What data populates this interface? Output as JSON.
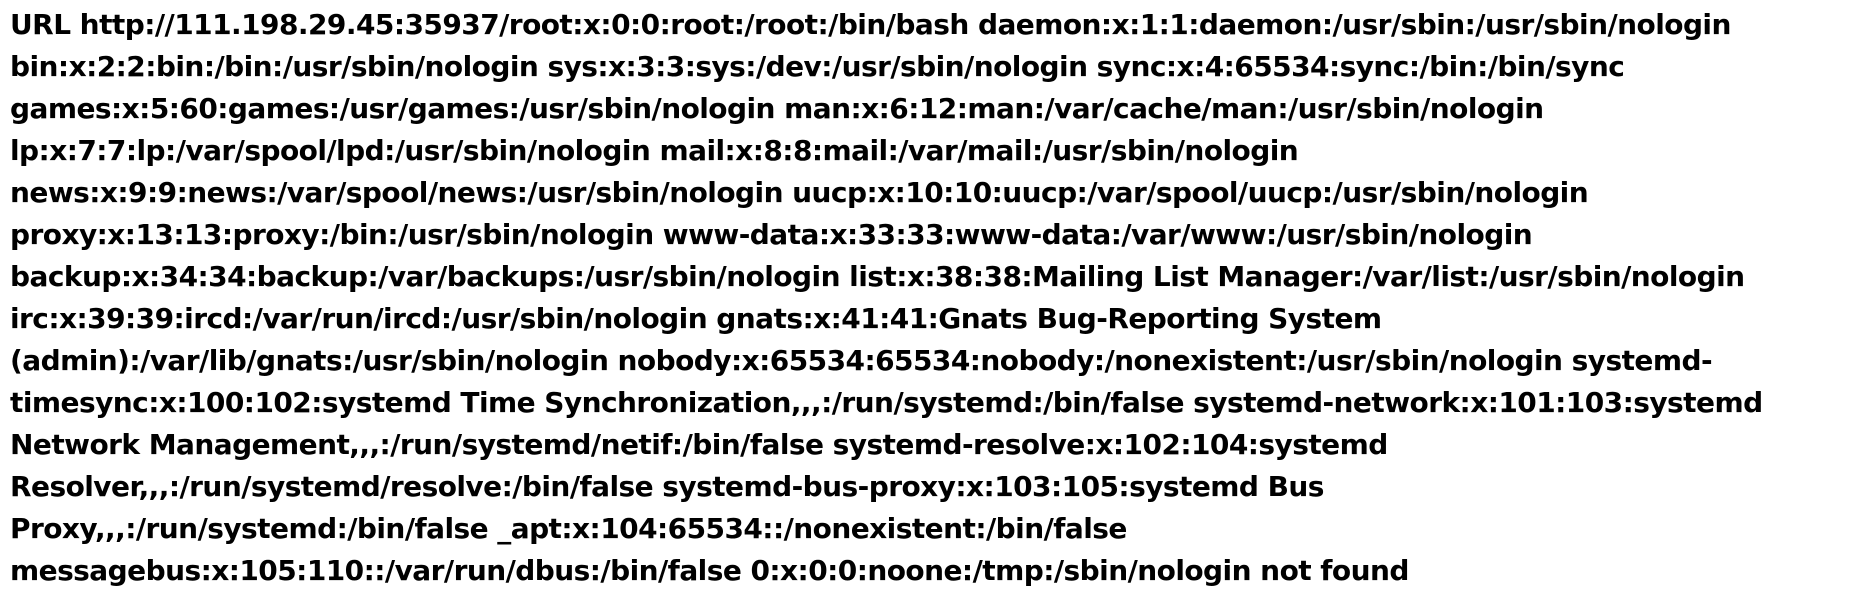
{
  "page": {
    "lines": [
      "URL http://111.198.29.45:35937/root:x:0:0:root:/root:/bin/bash daemon:x:1:1:daemon:/usr/sbin:/usr/sbin/nologin",
      "bin:x:2:2:bin:/bin:/usr/sbin/nologin sys:x:3:3:sys:/dev:/usr/sbin/nologin sync:x:4:65534:sync:/bin:/bin/sync",
      "games:x:5:60:games:/usr/games:/usr/sbin/nologin man:x:6:12:man:/var/cache/man:/usr/sbin/nologin",
      "lp:x:7:7:lp:/var/spool/lpd:/usr/sbin/nologin mail:x:8:8:mail:/var/mail:/usr/sbin/nologin",
      "news:x:9:9:news:/var/spool/news:/usr/sbin/nologin uucp:x:10:10:uucp:/var/spool/uucp:/usr/sbin/nologin",
      "proxy:x:13:13:proxy:/bin:/usr/sbin/nologin www-data:x:33:33:www-data:/var/www:/usr/sbin/nologin",
      "backup:x:34:34:backup:/var/backups:/usr/sbin/nologin list:x:38:38:Mailing List Manager:/var/list:/usr/sbin/nologin",
      "irc:x:39:39:ircd:/var/run/ircd:/usr/sbin/nologin gnats:x:41:41:Gnats Bug-Reporting System",
      "(admin):/var/lib/gnats:/usr/sbin/nologin nobody:x:65534:65534:nobody:/nonexistent:/usr/sbin/nologin systemd-",
      "timesync:x:100:102:systemd Time Synchronization,,,:/run/systemd:/bin/false systemd-network:x:101:103:systemd",
      "Network Management,,,:/run/systemd/netif:/bin/false systemd-resolve:x:102:104:systemd",
      "Resolver,,,:/run/systemd/resolve:/bin/false systemd-bus-proxy:x:103:105:systemd Bus",
      "Proxy,,,:/run/systemd:/bin/false _apt:x:104:65534::/nonexistent:/bin/false",
      "messagebus:x:105:110::/var/run/dbus:/bin/false 0:x:0:0:noone:/tmp:/sbin/nologin not found"
    ]
  }
}
